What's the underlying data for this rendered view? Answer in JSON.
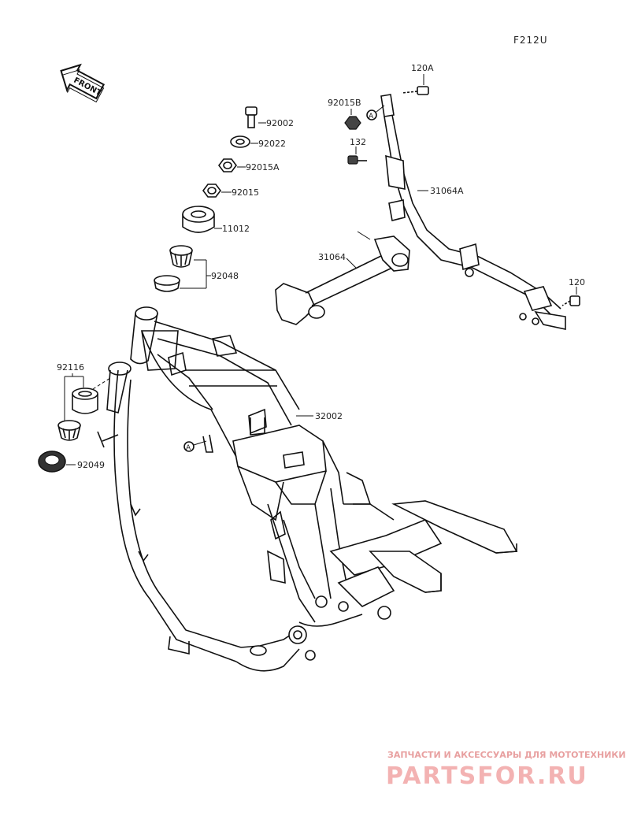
{
  "figure_code": "F212U",
  "front_label": "FRONT",
  "ref_mark": "A",
  "callouts": {
    "p92002": "92002",
    "p92022": "92022",
    "p92015A": "92015A",
    "p92015": "92015",
    "p11012": "11012",
    "p92048": "92048",
    "p92116": "92116",
    "p92049": "92049",
    "p32002": "32002",
    "p31064": "31064",
    "p31064A": "31064A",
    "p120A": "120A",
    "p92015B": "92015B",
    "p132": "132",
    "p120": "120"
  },
  "watermark": {
    "tagline": "ЗАПЧАСТИ И АКСЕССУАРЫ ДЛЯ МОТОТЕХНИКИ",
    "logo": "PARTSFOR.RU"
  }
}
